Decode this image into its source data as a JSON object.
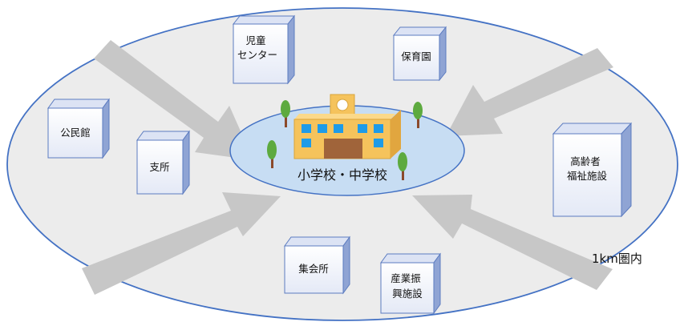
{
  "center": {
    "label": "小学校・中学校"
  },
  "facilities": [
    {
      "lines": [
        "児童",
        "センター"
      ]
    },
    {
      "lines": [
        "保育園"
      ]
    },
    {
      "lines": [
        "公民館"
      ]
    },
    {
      "lines": [
        "支所"
      ]
    },
    {
      "lines": [
        "高齢者",
        "福祉施設"
      ]
    },
    {
      "lines": [
        "集会所"
      ]
    },
    {
      "lines": [
        "産業振",
        "興施設"
      ]
    }
  ],
  "radius_label": "1km圏内",
  "colors": {
    "outer_area": "#ECECEC",
    "outer_stroke": "#4472C4",
    "inner_area": "#C7DDF3",
    "arrow": "#C7C7C7",
    "cube_front": "#FFFFFF",
    "cube_side": "#8FA4D4",
    "cube_stroke": "#5B7BC0",
    "school_body": "#F5C35C",
    "school_window": "#1E9BE8",
    "school_door": "#A0643A",
    "tree_leaf": "#5DAA3F",
    "tree_trunk": "#8B4A2B"
  }
}
